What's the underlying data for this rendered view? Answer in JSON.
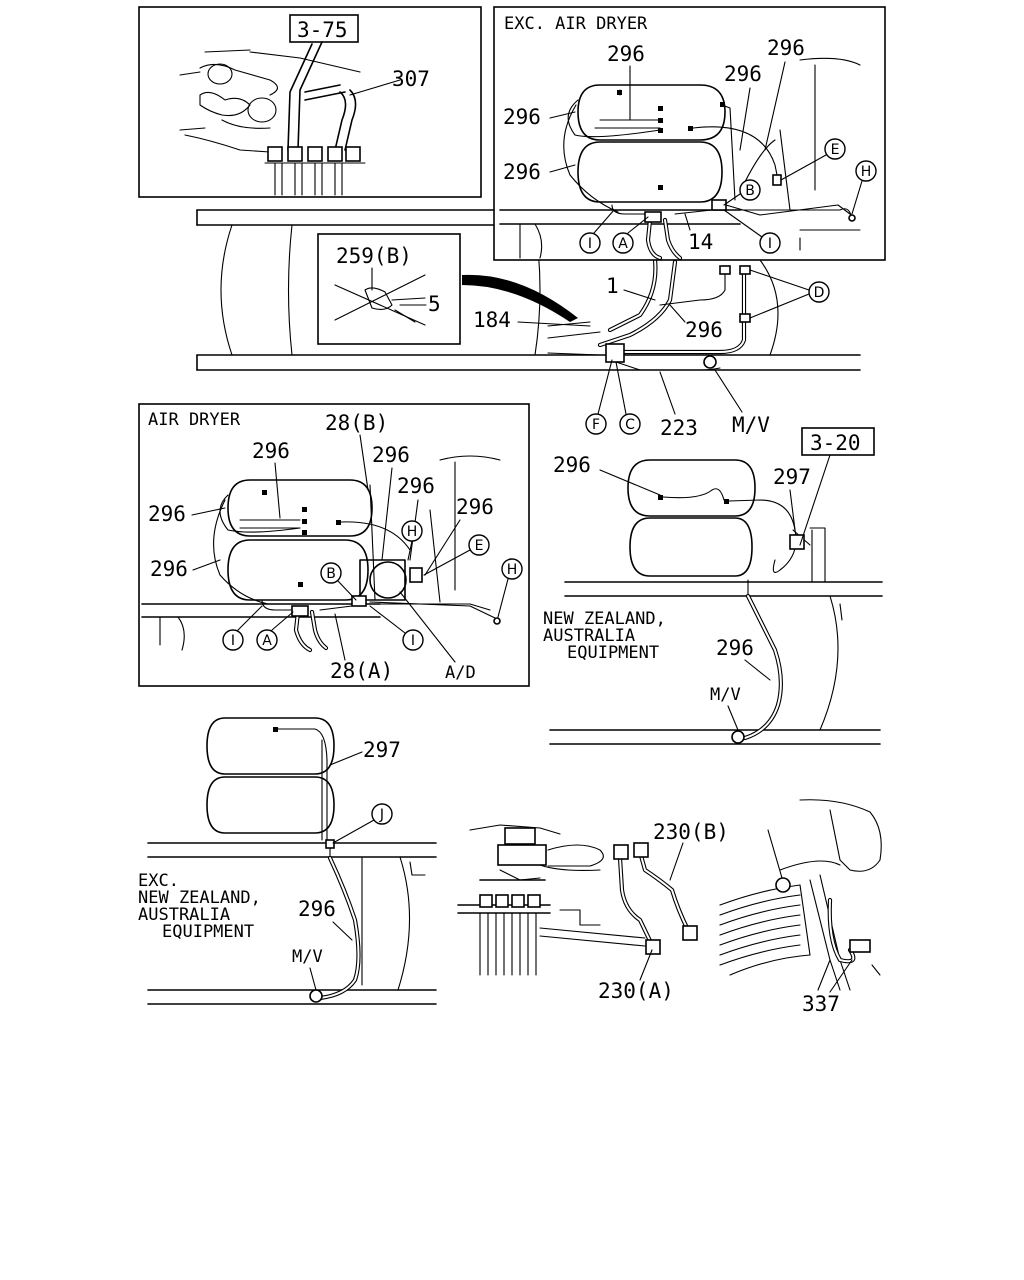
{
  "panels": {
    "top_left": {
      "ref": "3-75",
      "part": "307"
    },
    "exc_air_dryer": {
      "title": "EXC. AIR DRYER",
      "labels": [
        "296",
        "296",
        "296",
        "296",
        "296"
      ],
      "circles": [
        "E",
        "B",
        "H",
        "I",
        "A",
        "I"
      ],
      "part_14": "14"
    },
    "main_frame": {
      "inset": [
        "259(B)",
        "5"
      ],
      "labels": [
        "1",
        "184",
        "296",
        "223",
        "M/V"
      ],
      "circles": [
        "D",
        "F",
        "C"
      ]
    },
    "air_dryer": {
      "title": "AIR DRYER",
      "labels": [
        "28(B)",
        "296",
        "296",
        "296",
        "296",
        "296",
        "296",
        "28(A)",
        "A/D"
      ],
      "circles": [
        "H",
        "E",
        "B",
        "H",
        "I",
        "A",
        "I"
      ]
    },
    "nz_au": {
      "ref": "3-20",
      "labels": [
        "296",
        "297",
        "296",
        "M/V"
      ],
      "note": [
        "NEW ZEALAND,",
        "AUSTRALIA",
        "EQUIPMENT"
      ]
    },
    "exc_nz": {
      "labels": [
        "297",
        "296",
        "M/V"
      ],
      "circle": "J",
      "note": [
        "EXC.",
        "NEW ZEALAND,",
        "AUSTRALIA",
        "EQUIPMENT"
      ]
    },
    "valves": {
      "labels": [
        "230(B)",
        "230(A)"
      ]
    },
    "cooler": {
      "labels": [
        "337"
      ]
    }
  }
}
